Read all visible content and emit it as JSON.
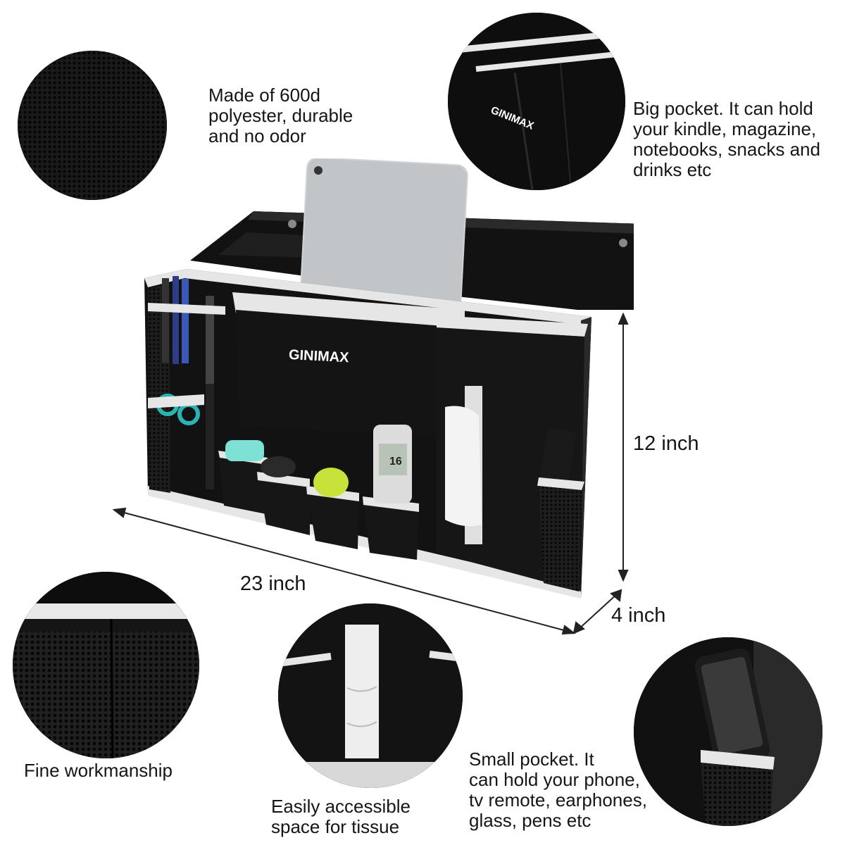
{
  "captions": {
    "fabric": "Made of 600d\npolyester, durable\nand no odor",
    "big_pocket": "Big pocket. It can hold\nyour kindle, magazine,\nnotebooks, snacks and\ndrinks etc",
    "workmanship": "Fine workmanship",
    "tissue": "Easily accessible\nspace for tissue",
    "small_pocket": "Small pocket. It\ncan hold your phone,\ntv remote, earphones,\nglass, pens etc"
  },
  "dimensions": {
    "height": "12 inch",
    "width": "23 inch",
    "depth": "4 inch"
  },
  "brand": {
    "logo_main": "GINIMAX",
    "logo_detail": "GINIMAX",
    "device_display": "16"
  },
  "colors": {
    "fabric": "#111111",
    "trim": "#e6e6e6",
    "mesh": "#1c1c1c",
    "background": "#ffffff"
  }
}
